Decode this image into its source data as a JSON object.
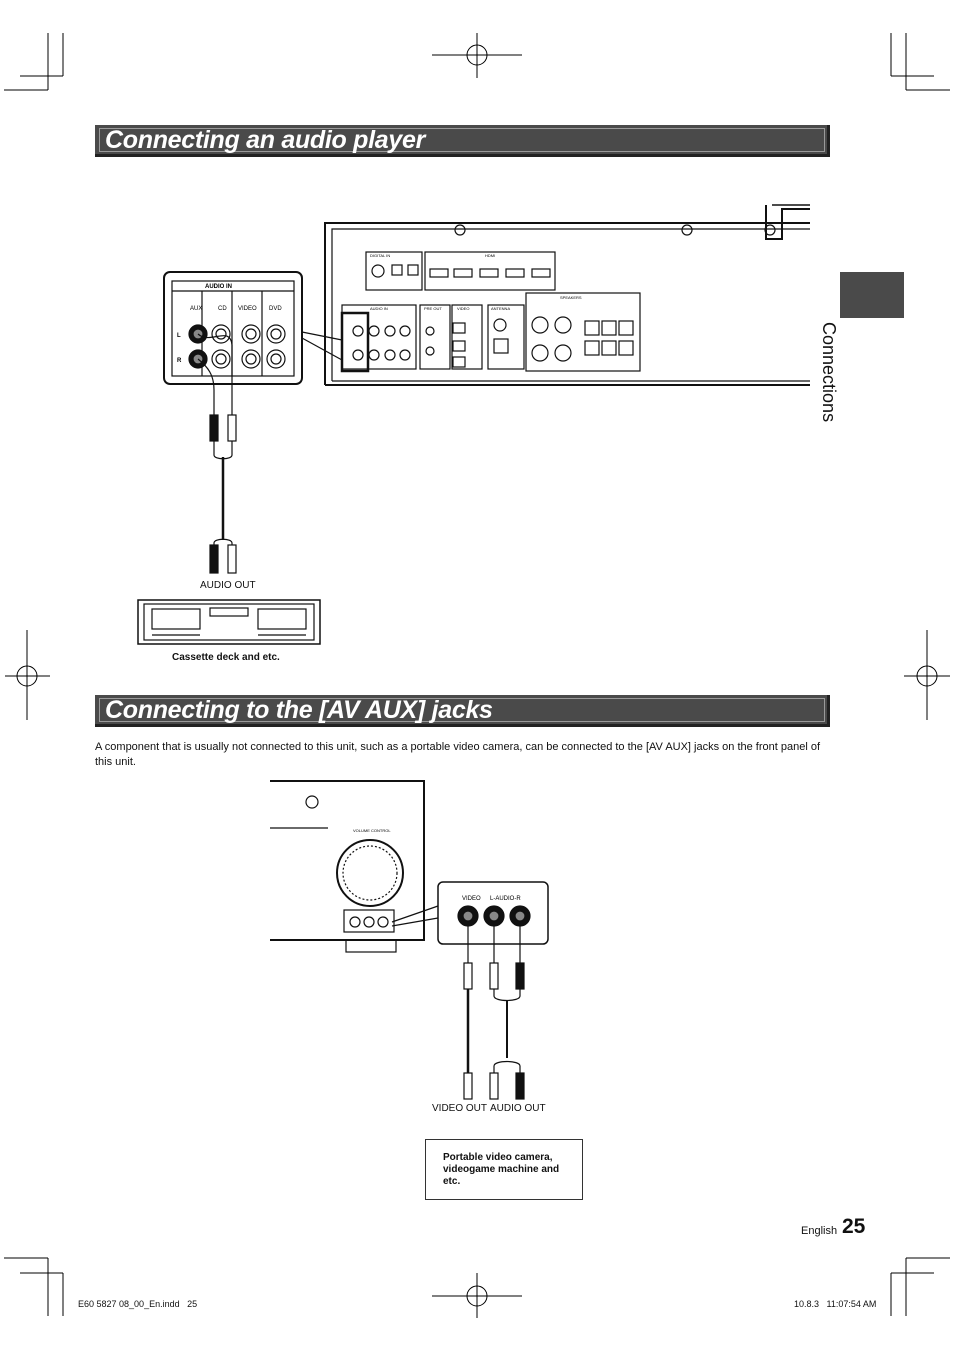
{
  "section1": {
    "title": "Connecting an audio player"
  },
  "diagram1": {
    "inset_header": "AUDIO IN",
    "inset_columns": [
      "AUX",
      "CD",
      "VIDEO",
      "DVD"
    ],
    "inset_rows": [
      "L",
      "R"
    ],
    "panel_groups": [
      "DIGITAL IN",
      "HDMI",
      "AUDIO IN",
      "PRE OUT",
      "VIDEO",
      "ANTENNA",
      "SPEAKERS"
    ],
    "device_output_label": "AUDIO OUT",
    "device_caption": "Cassette deck and etc."
  },
  "side_tab": {
    "label": "Connections"
  },
  "section2": {
    "title": "Connecting to the [AV AUX] jacks",
    "body": "A component that is usually not connected to this unit, such as a portable video camera, can be connected to the [AV AUX] jacks on the front panel of this unit."
  },
  "diagram2": {
    "front_label": "VOLUME CONTROL",
    "inset_labels": [
      "VIDEO",
      "L-AUDIO-R"
    ],
    "video_out_label": "VIDEO OUT",
    "audio_out_label": "AUDIO OUT",
    "device_caption": "Portable video camera, videogame machine and etc."
  },
  "footer": {
    "language": "English",
    "page_number": "25",
    "file_slug": "E60 5827 08_00_En.indd   25",
    "timestamp": "10.8.3   11:07:54 AM"
  }
}
